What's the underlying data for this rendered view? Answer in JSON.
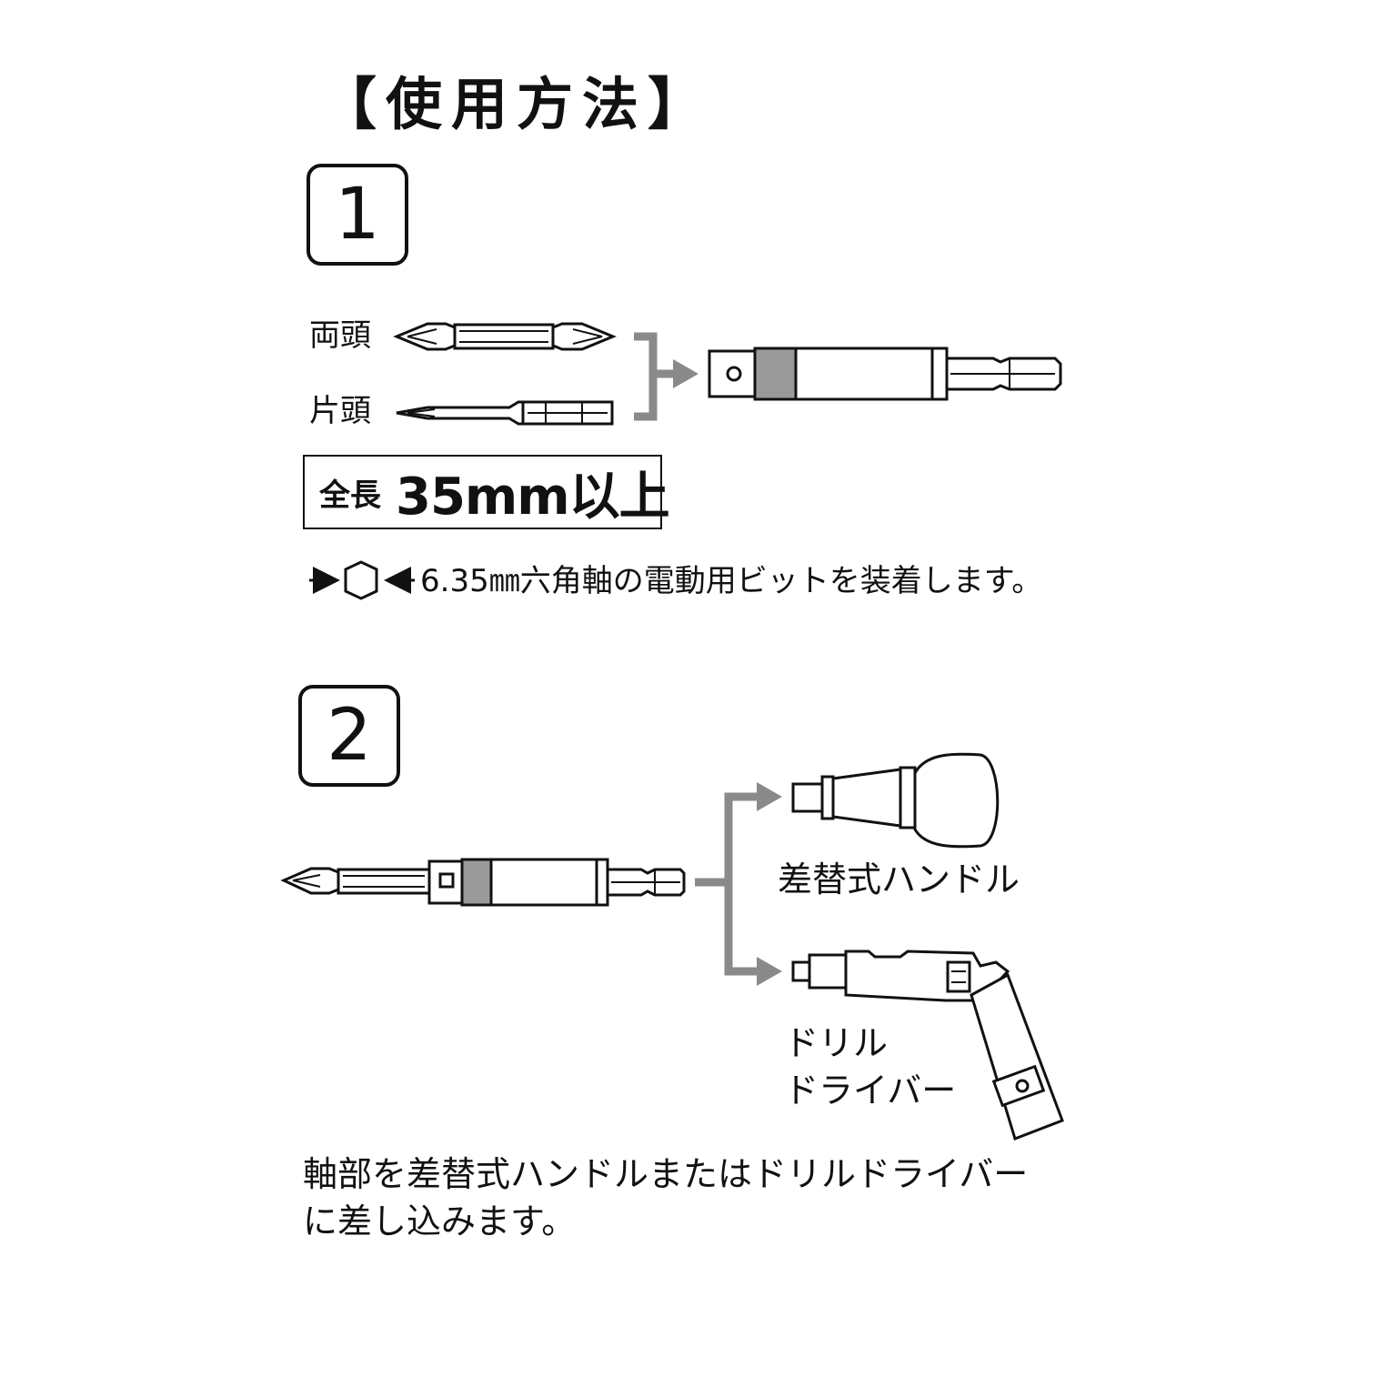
{
  "title": "【使用方法】",
  "steps": {
    "step1": "1",
    "step2": "2"
  },
  "step1": {
    "bit_double_label": "両頭",
    "bit_single_label": "片頭",
    "length_label": "全長",
    "length_value": "35mm以上",
    "hex_note": "6.35㎜六角軸の電動用ビットを装着します。"
  },
  "step2": {
    "handle_label": "差替式ハンドル",
    "drill_label_line1": "ドリル",
    "drill_label_line2": "ドライバー",
    "note_line1": "軸部を差替式ハンドルまたはドリルドライバー",
    "note_line2": "に差し込みます。"
  },
  "colors": {
    "line": "#111111",
    "arrow_gray": "#8a8a8a",
    "band_gray": "#9a9a9a"
  },
  "icons": [
    "hex-shank-icon",
    "double-ended-bit-icon",
    "single-ended-bit-icon",
    "bit-holder-icon",
    "interchangeable-handle-icon",
    "drill-driver-icon"
  ]
}
